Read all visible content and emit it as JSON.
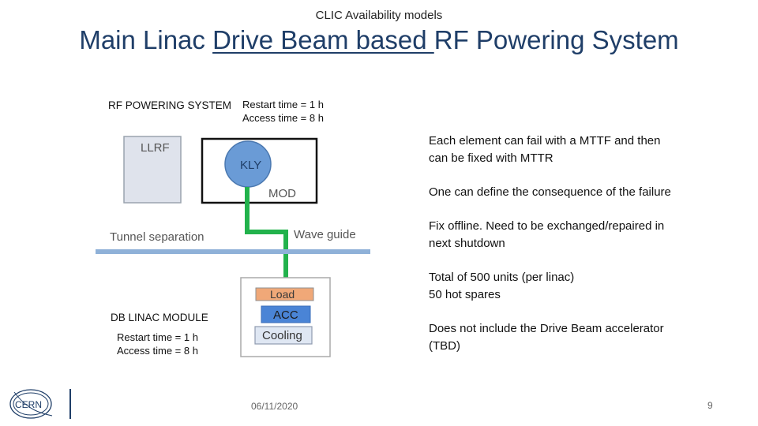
{
  "header": {
    "small_title": "CLIC Availability models",
    "title_part1": "Main Linac ",
    "title_underlined": "Drive Beam based ",
    "title_part2": "RF Powering System"
  },
  "left": {
    "rf_system_label": "RF POWERING SYSTEM",
    "rf_restart": "Restart time = 1 h",
    "rf_access": "Access time = 8 h",
    "db_module_label": "DB LINAC MODULE",
    "db_restart": "Restart time = 1 h",
    "db_access": "Access time = 8 h"
  },
  "diagram": {
    "llrf": "LLRF",
    "kly": "KLY",
    "mod": "MOD",
    "tunnel_separation": "Tunnel separation",
    "wave_guide": "Wave guide",
    "load": "Load",
    "acc": "ACC",
    "cooling": "Cooling",
    "colors": {
      "llrf_fill": "#dfe3ec",
      "kly_fill": "#6a9bd6",
      "tunnel_line": "#8fb1d8",
      "wave_guide": "#22b24c",
      "load_fill": "#f0a878",
      "acc_fill": "#4a84d6",
      "cooling_fill": "#dfe7f3"
    }
  },
  "right_panel": {
    "p1_line1": "Each element can fail with a MTTF and then",
    "p1_line2": "can be fixed with MTTR",
    "p2_line1": "One can define the consequence of the failure",
    "p3_line1": "Fix offline. Need to be exchanged/repaired in",
    "p3_line2": "next shutdown",
    "p4_line1": "Total of 500 units (per linac)",
    "p4_line2": "50 hot spares",
    "p5_line1": "Does not include the Drive Beam accelerator",
    "p5_line2": "(TBD)"
  },
  "footer": {
    "logo_text": "CERN",
    "date": "06/11/2020",
    "page": "9"
  }
}
